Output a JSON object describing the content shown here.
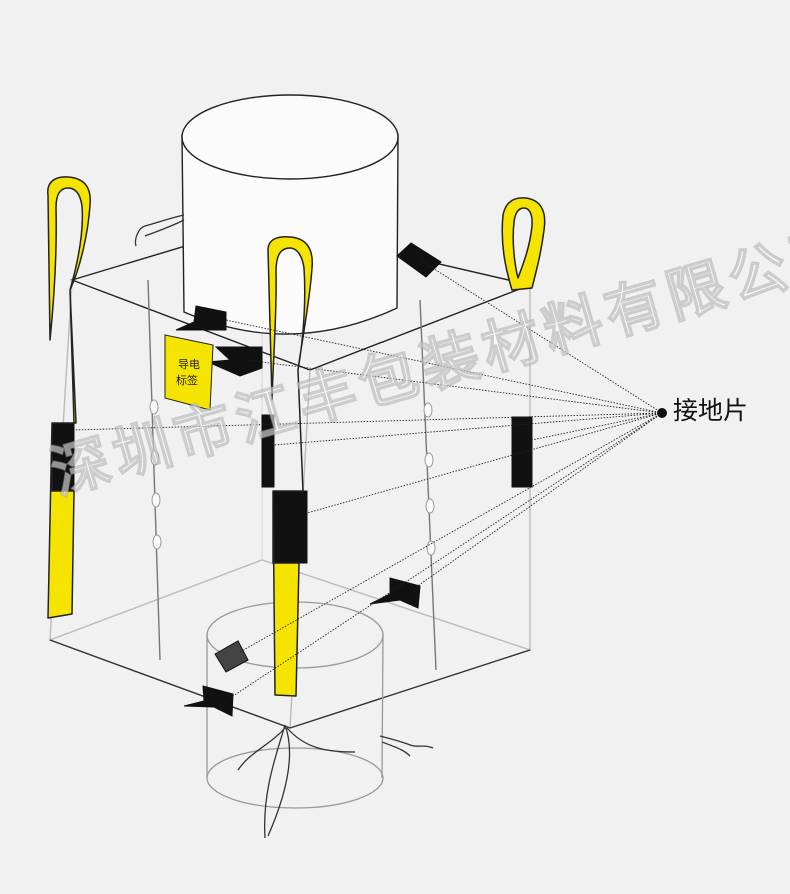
{
  "callout": {
    "label": "接地片"
  },
  "tag": {
    "line1": "导电",
    "line2": "标签"
  },
  "watermark": {
    "text": "深圳市江丰包装材料有限公司"
  },
  "colors": {
    "background": "#f1f1f1",
    "strap": "#f5e400",
    "grounding_tab": "#111111",
    "tag": "#f5e400",
    "outline": "#3a3a3a"
  }
}
